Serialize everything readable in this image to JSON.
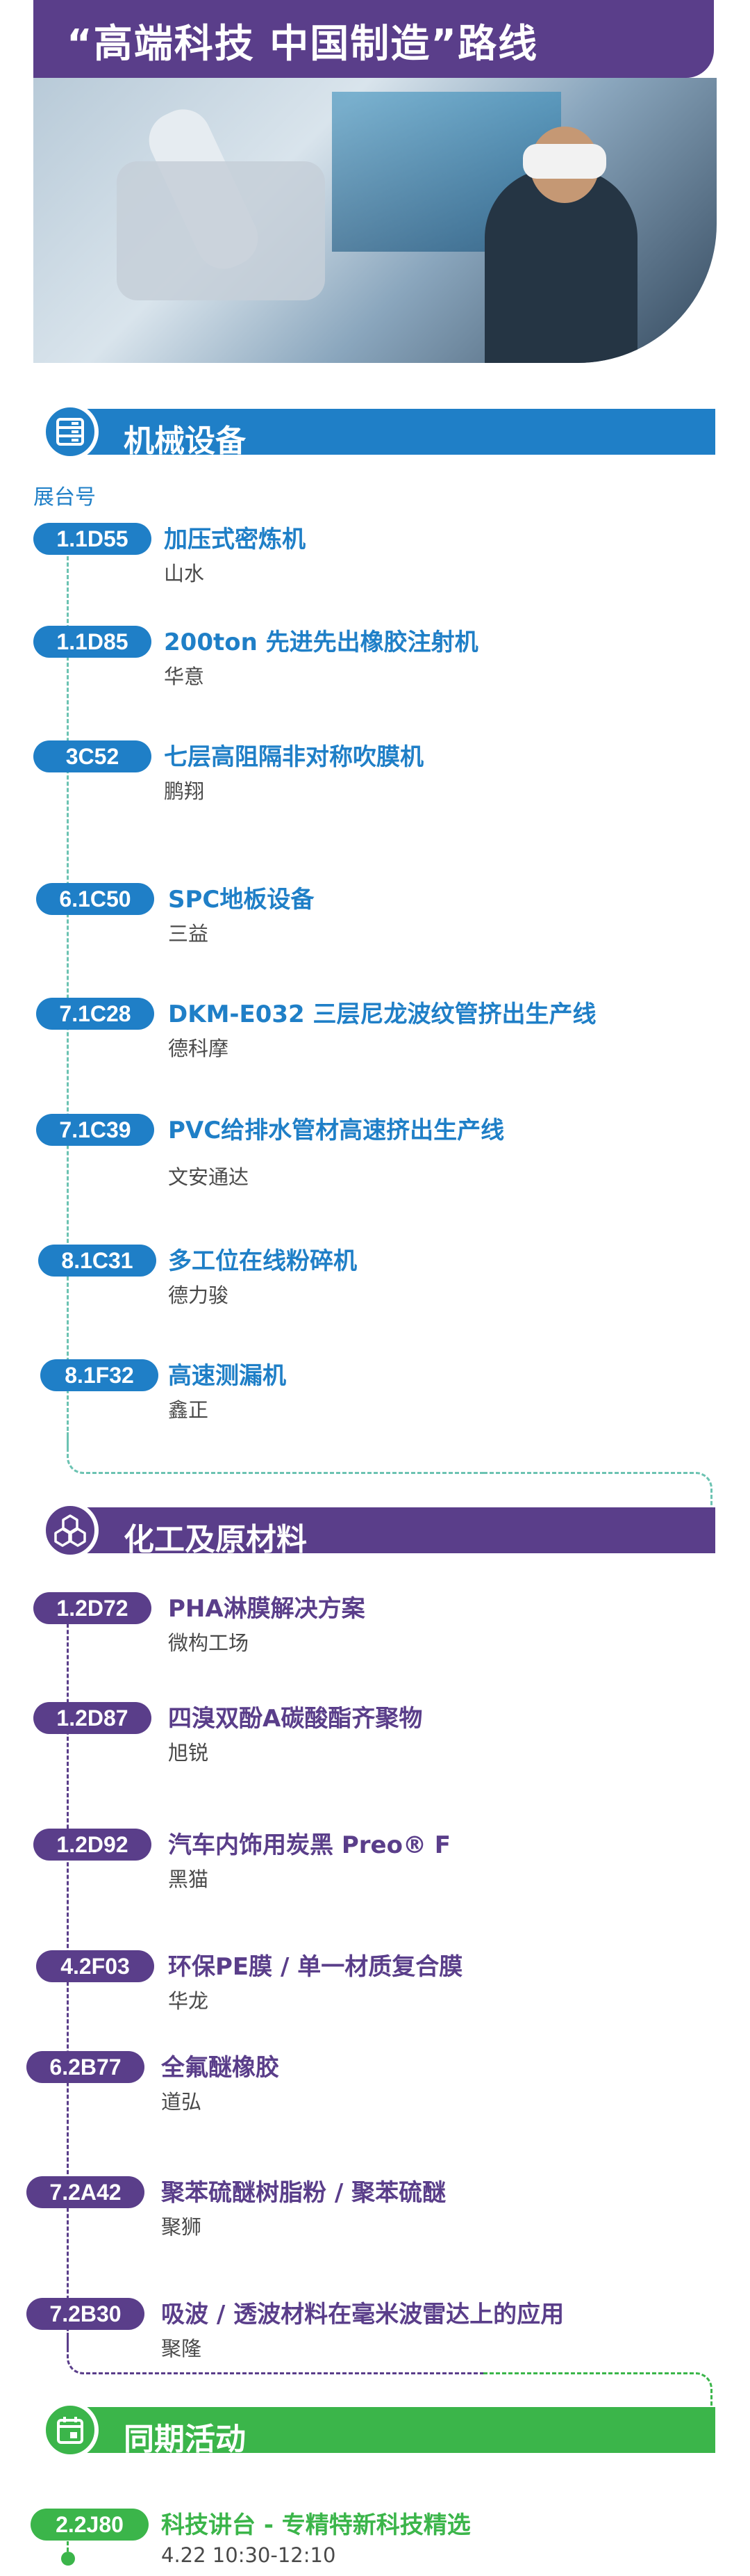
{
  "title": "“高端科技 中国制造”路线",
  "colors": {
    "blue": "#1f7fc7",
    "purple": "#5a3e8a",
    "green": "#3bb54a",
    "teal_dash": "#6cc3b2"
  },
  "sections": {
    "machinery": {
      "label": "机械设备",
      "icon": "server-rack-icon",
      "booth_header": "展台号",
      "entries": [
        {
          "booth": "1.1D55",
          "name": "加压式密炼机",
          "company": "山水"
        },
        {
          "booth": "1.1D85",
          "name": "200ton 先进先出橡胶注射机",
          "company": "华意"
        },
        {
          "booth": "3C52",
          "name": "七层高阻隔非对称吹膜机",
          "company": "鹏翔"
        },
        {
          "booth": "6.1C50",
          "name": "SPC地板设备",
          "company": "三益"
        },
        {
          "booth": "7.1C28",
          "name": "DKM-E032 三层尼龙波纹管挤出生产线",
          "company": "德科摩"
        },
        {
          "booth": "7.1C39",
          "name": "PVC给排水管材高速挤出生产线",
          "company": "文安通达"
        },
        {
          "booth": "8.1C31",
          "name": "多工位在线粉碎机",
          "company": "德力骏"
        },
        {
          "booth": "8.1F32",
          "name": "高速测漏机",
          "company": "鑫正"
        }
      ]
    },
    "chemicals": {
      "label": "化工及原材料",
      "icon": "cubes-icon",
      "entries": [
        {
          "booth": "1.2D72",
          "name": "PHA淋膜解决方案",
          "company": "微构工场"
        },
        {
          "booth": "1.2D87",
          "name": "四溴双酚A碳酸酯齐聚物",
          "company": "旭锐"
        },
        {
          "booth": "1.2D92",
          "name": "汽车内饰用炭黑 Preo® F",
          "company": "黑猫"
        },
        {
          "booth": "4.2F03",
          "name": "环保PE膜 / 单一材质复合膜",
          "company": "华龙"
        },
        {
          "booth": "6.2B77",
          "name": "全氟醚橡胶",
          "company": "道弘"
        },
        {
          "booth": "7.2A42",
          "name": "聚苯硫醚树脂粉 / 聚苯硫醚",
          "company": "聚狮"
        },
        {
          "booth": "7.2B30",
          "name": "吸波 / 透波材料在毫米波雷达上的应用",
          "company": "聚隆"
        }
      ]
    },
    "events": {
      "label": "同期活动",
      "icon": "calendar-icon",
      "entries": [
        {
          "booth": "2.2J80",
          "name": "科技讲台 - 专精特新科技精选",
          "company": "4.22  10:30-12:10"
        }
      ]
    }
  }
}
